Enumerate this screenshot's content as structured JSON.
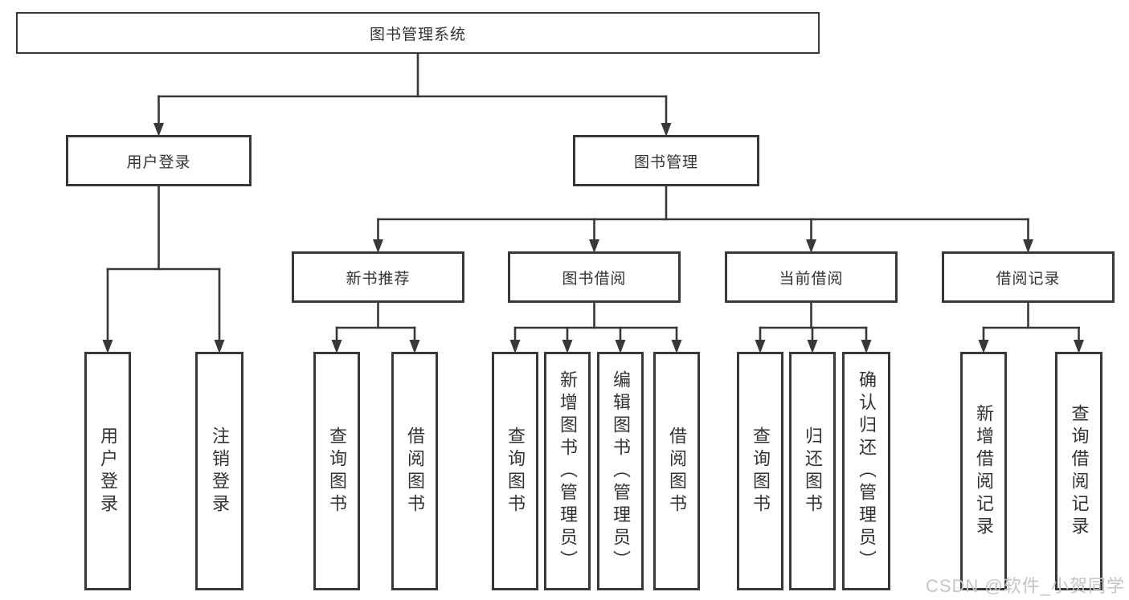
{
  "diagram": {
    "title": "图书管理系统",
    "nodes": {
      "root": {
        "label": "图书管理系统"
      },
      "user_login": {
        "label": "用户登录"
      },
      "book_mgmt": {
        "label": "图书管理"
      },
      "new_book_rec": {
        "label": "新书推荐"
      },
      "book_borrow": {
        "label": "图书借阅"
      },
      "current_borrow": {
        "label": "当前借阅"
      },
      "borrow_record": {
        "label": "借阅记录"
      },
      "leaf_user_login": {
        "label": "用户登录"
      },
      "leaf_logout": {
        "label": "注销登录"
      },
      "leaf_rec_query": {
        "label": "查询图书"
      },
      "leaf_rec_borrow": {
        "label": "借阅图书"
      },
      "leaf_bb_query": {
        "label": "查询图书"
      },
      "leaf_bb_add": {
        "label": "新增图书（管理员）"
      },
      "leaf_bb_edit": {
        "label": "编辑图书（管理员）"
      },
      "leaf_bb_borrow": {
        "label": "借阅图书"
      },
      "leaf_cb_query": {
        "label": "查询图书"
      },
      "leaf_cb_return": {
        "label": "归还图书"
      },
      "leaf_cb_confirm": {
        "label": "确认归还（管理员）"
      },
      "leaf_br_add": {
        "label": "新增借阅记录"
      },
      "leaf_br_query": {
        "label": "查询借阅记录"
      }
    },
    "edges": [
      {
        "from": "root",
        "to": "user_login"
      },
      {
        "from": "root",
        "to": "book_mgmt"
      },
      {
        "from": "user_login",
        "to": "leaf_user_login"
      },
      {
        "from": "user_login",
        "to": "leaf_logout"
      },
      {
        "from": "book_mgmt",
        "to": "new_book_rec"
      },
      {
        "from": "book_mgmt",
        "to": "book_borrow"
      },
      {
        "from": "book_mgmt",
        "to": "current_borrow"
      },
      {
        "from": "book_mgmt",
        "to": "borrow_record"
      },
      {
        "from": "new_book_rec",
        "to": "leaf_rec_query"
      },
      {
        "from": "new_book_rec",
        "to": "leaf_rec_borrow"
      },
      {
        "from": "book_borrow",
        "to": "leaf_bb_query"
      },
      {
        "from": "book_borrow",
        "to": "leaf_bb_add"
      },
      {
        "from": "book_borrow",
        "to": "leaf_bb_edit"
      },
      {
        "from": "book_borrow",
        "to": "leaf_bb_borrow"
      },
      {
        "from": "current_borrow",
        "to": "leaf_cb_query"
      },
      {
        "from": "current_borrow",
        "to": "leaf_cb_return"
      },
      {
        "from": "current_borrow",
        "to": "leaf_cb_confirm"
      },
      {
        "from": "borrow_record",
        "to": "leaf_br_add"
      },
      {
        "from": "borrow_record",
        "to": "leaf_br_query"
      }
    ]
  },
  "watermark": {
    "text": "CSDN @软件_小贺同学"
  },
  "colors": {
    "line": "#383838",
    "background": "#ffffff",
    "watermark": "#c5c5c5"
  }
}
